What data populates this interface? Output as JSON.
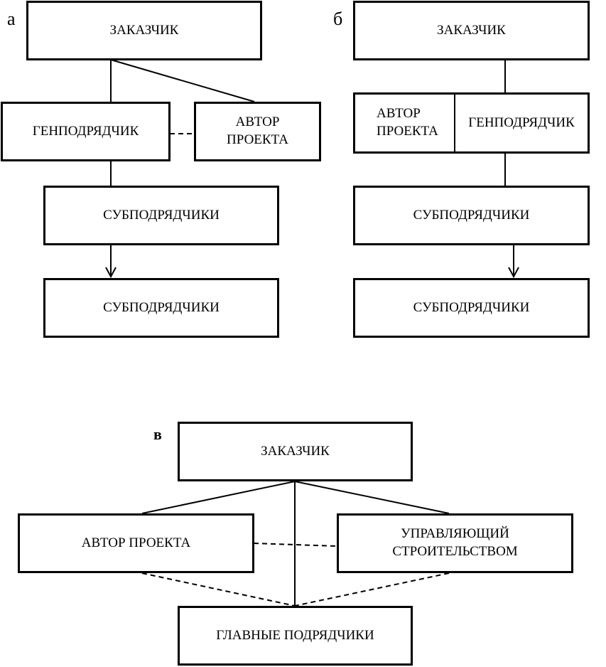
{
  "diagram_a": {
    "letter": "а",
    "customer": "ЗАКАЗЧИК",
    "general_contractor": "ГЕНПОДРЯДЧИК",
    "project_author": "АВТОР\nПРОЕКТА",
    "subcontractors_1": "СУБПОДРЯДЧИКИ",
    "subcontractors_2": "СУБПОДРЯДЧИКИ"
  },
  "diagram_b": {
    "letter": "б",
    "customer": "ЗАКАЗЧИК",
    "project_author": "АВТОР\nПРОЕКТА",
    "general_contractor": "ГЕНПОДРЯДЧИК",
    "subcontractors_1": "СУБПОДРЯДЧИКИ",
    "subcontractors_2": "СУБПОДРЯДЧИКИ"
  },
  "diagram_c": {
    "letter": "в",
    "customer": "ЗАКАЗЧИК",
    "project_author": "АВТОР ПРОЕКТА",
    "construction_manager": "УПРАВЛЯЮЩИЙ\nСТРОИТЕЛЬСТВОМ",
    "main_contractors": "ГЛАВНЫЕ ПОДРЯДЧИКИ"
  }
}
